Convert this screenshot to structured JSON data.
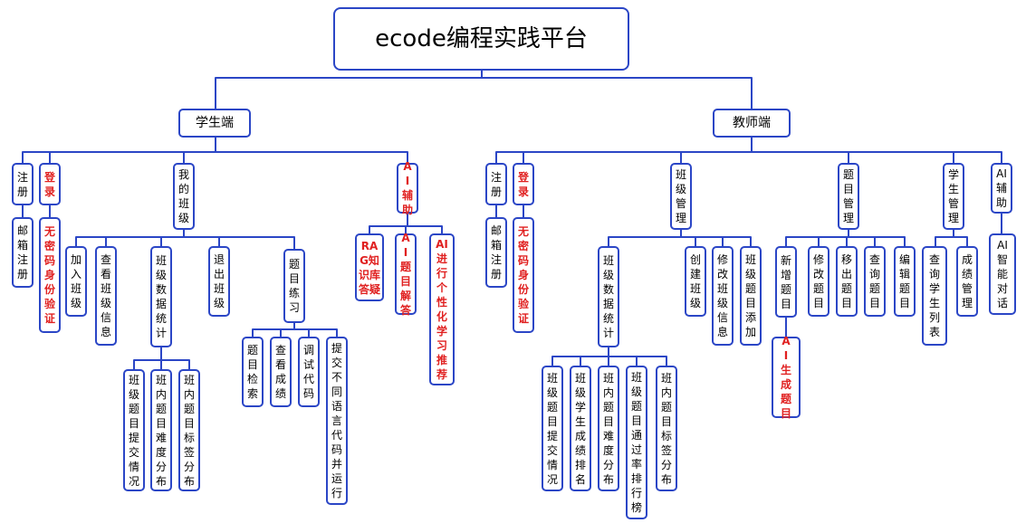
{
  "root": "ecode编程实践平台",
  "student": {
    "label": "学生端",
    "register": "注册",
    "email_register": "邮箱注册",
    "login": "登录",
    "passwordless": "无密码身份验证",
    "my_class": "我的班级",
    "join_class": "加入班级",
    "view_class_info": "查看班级信息",
    "class_stats": "班级数据统计",
    "stats_submit": "班级题目提交情况",
    "stats_difficulty": "班内题目难度分布",
    "stats_tags": "班内题目标签分布",
    "quit_class": "退出班级",
    "practice": "题目练习",
    "search": "题目检索",
    "view_score": "查看成绩",
    "debug_code": "调试代码",
    "submit_multi_lang": "提交不同语言代码并运行",
    "ai_assist": "AI辅助",
    "rag": "RAG知识库答疑",
    "ai_answer": "AI题目解答",
    "ai_recommend": "AI进行个性化学习推荐"
  },
  "teacher": {
    "label": "教师端",
    "register": "注册",
    "email_register": "邮箱注册",
    "login": "登录",
    "passwordless": "无密码身份验证",
    "class_mgmt": "班级管理",
    "class_stats": "班级数据统计",
    "stats_submit": "班级题目提交情况",
    "stats_rank": "班级学生成绩排名",
    "stats_difficulty": "班内题目难度分布",
    "stats_pass_rank": "班级题目通过率排行榜",
    "stats_tags": "班内题目标签分布",
    "create_class": "创建班级",
    "edit_class_info": "修改班级信息",
    "add_class_problem": "班级题目添加",
    "problem_mgmt": "题目管理",
    "new_problem": "新增题目",
    "ai_generate": "AI生成题目",
    "edit_problem": "修改题目",
    "remove_problem": "移出题目",
    "query_problem": "查询题目",
    "compose_problem": "编辑题目",
    "student_mgmt": "学生管理",
    "query_students": "查询学生列表",
    "grade_mgmt": "成绩管理",
    "ai_assist": "AI辅助",
    "ai_chat": "AI智能对话"
  },
  "colors": {
    "line": "#2b46c6",
    "highlight": "#e02020"
  }
}
